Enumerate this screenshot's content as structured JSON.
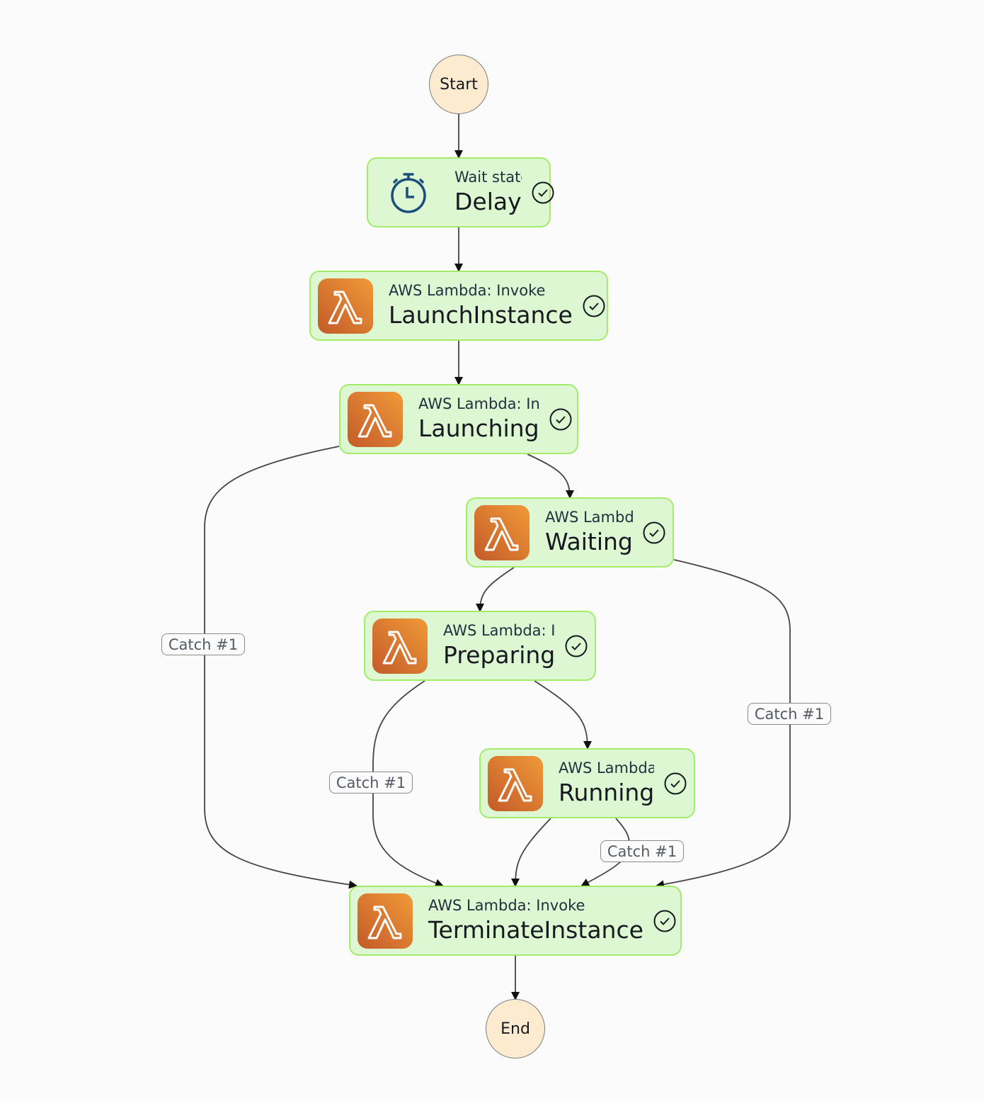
{
  "start": {
    "label": "Start"
  },
  "end": {
    "label": "End"
  },
  "nodes": [
    {
      "id": "delay",
      "type": "Wait state",
      "name": "Delay",
      "icon": "stopwatch-icon",
      "status": "succeeded"
    },
    {
      "id": "launch-instance",
      "type": "AWS Lambda: Invoke",
      "name": "LaunchInstance",
      "icon": "lambda-icon",
      "status": "succeeded"
    },
    {
      "id": "launching",
      "type": "AWS Lambda: Invoke",
      "name": "Launching",
      "icon": "lambda-icon",
      "status": "succeeded"
    },
    {
      "id": "waiting",
      "type": "AWS Lambda: Invoke",
      "name": "Waiting",
      "icon": "lambda-icon",
      "status": "succeeded"
    },
    {
      "id": "preparing",
      "type": "AWS Lambda: Invoke",
      "name": "Preparing",
      "icon": "lambda-icon",
      "status": "succeeded"
    },
    {
      "id": "running",
      "type": "AWS Lambda: Invoke",
      "name": "Running",
      "icon": "lambda-icon",
      "status": "succeeded"
    },
    {
      "id": "terminate-instance",
      "type": "AWS Lambda: Invoke",
      "name": "TerminateInstance",
      "icon": "lambda-icon",
      "status": "succeeded"
    }
  ],
  "edges": [
    {
      "from": "Start",
      "to": "Delay"
    },
    {
      "from": "Delay",
      "to": "LaunchInstance"
    },
    {
      "from": "LaunchInstance",
      "to": "Launching"
    },
    {
      "from": "Launching",
      "to": "Waiting"
    },
    {
      "from": "Launching",
      "to": "TerminateInstance",
      "label": "Catch #1"
    },
    {
      "from": "Waiting",
      "to": "Preparing"
    },
    {
      "from": "Waiting",
      "to": "TerminateInstance",
      "label": "Catch #1"
    },
    {
      "from": "Preparing",
      "to": "Running"
    },
    {
      "from": "Preparing",
      "to": "TerminateInstance",
      "label": "Catch #1"
    },
    {
      "from": "Running",
      "to": "TerminateInstance"
    },
    {
      "from": "Running",
      "to": "TerminateInstance",
      "label": "Catch #1"
    },
    {
      "from": "TerminateInstance",
      "to": "End"
    }
  ],
  "colors": {
    "node_fill": "#ddf7d3",
    "node_border": "#a3ec6b",
    "terminal_fill": "#fdebd0",
    "lambda_orange": "#e8832f"
  }
}
